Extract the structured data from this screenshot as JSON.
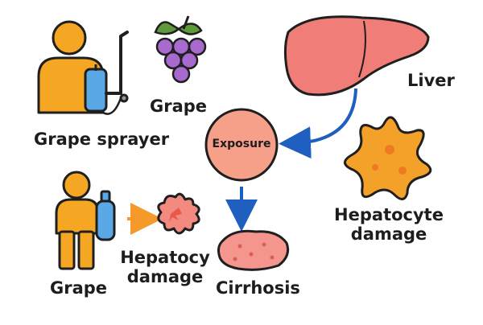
{
  "labels": {
    "grape_sprayer": "Grape sprayer",
    "grape_fruit": "Grape",
    "liver": "Liver",
    "exposure": "Exposure",
    "hepatocyte_line1": "Hepatocyte",
    "hepatocyte_line2": "damage",
    "grape_worker": "Grape",
    "hepatocy_line1": "Hepatocy",
    "hepatocy_line2": "damage",
    "cirrhosis": "Cirrhosis"
  },
  "colors": {
    "outline": "#1f1f1f",
    "person": "#f5a623",
    "tank": "#5aa9e6",
    "grape": "#a96ad0",
    "leaf": "#5e9a3b",
    "liver": "#f07d78",
    "exposure": "#f6a08a",
    "hepatocyte": "#f4a12a",
    "small_cell": "#f38a80",
    "cirrhosis": "#f5968e",
    "arrow_blue": "#1f5fbf",
    "arrow_orange": "#f39a2b"
  }
}
